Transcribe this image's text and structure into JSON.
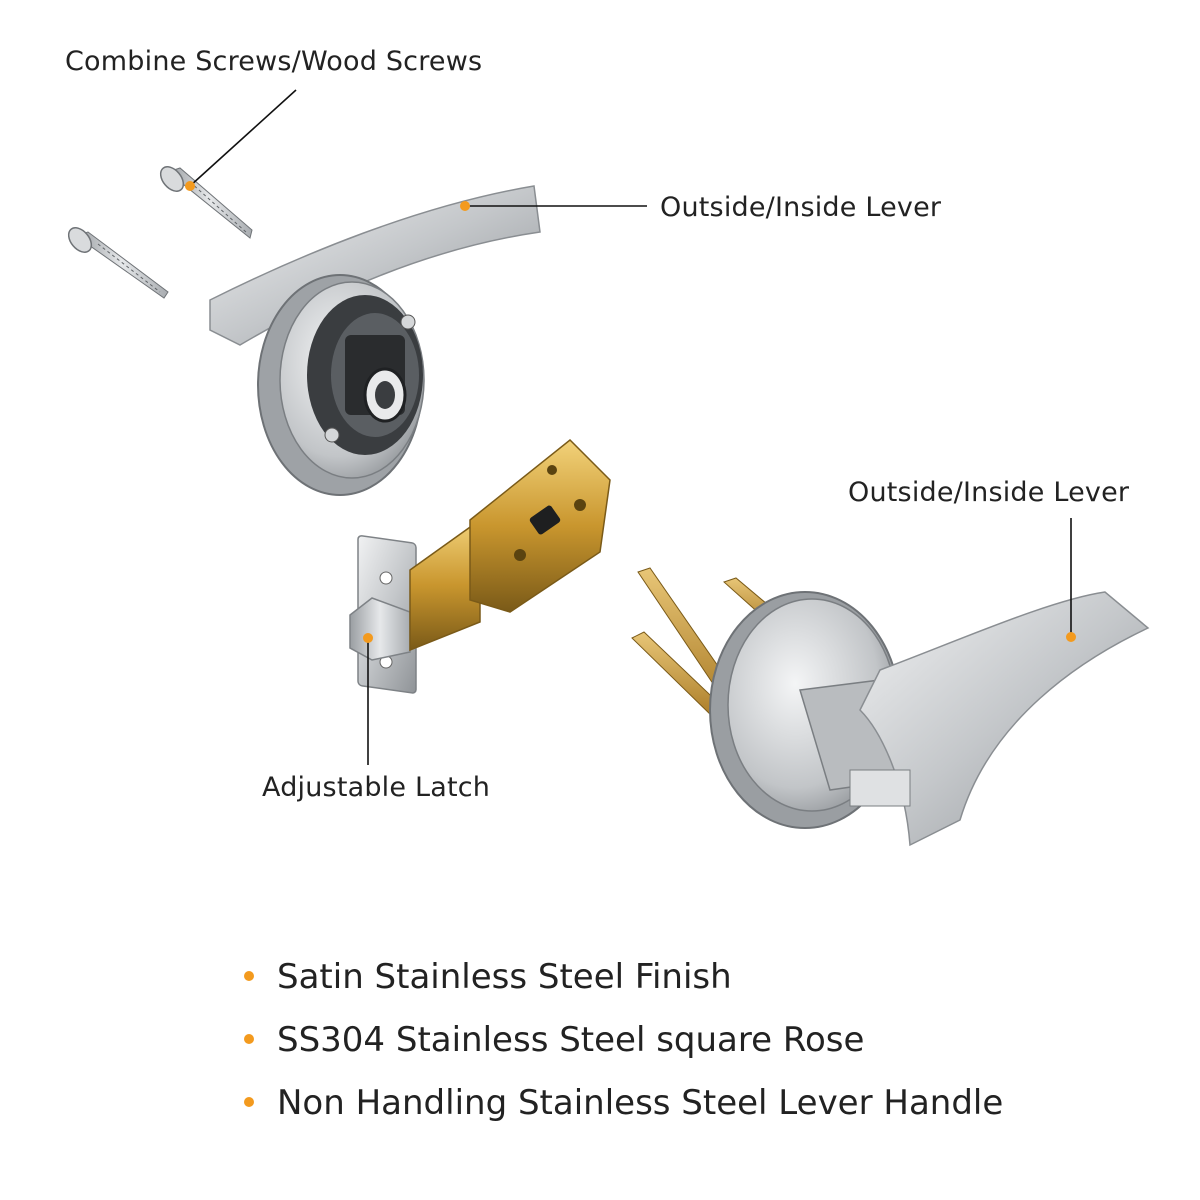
{
  "callouts": {
    "screws": "Combine Screws/Wood Screws",
    "lever_top": "Outside/Inside Lever",
    "lever_right": "Outside/Inside Lever",
    "latch": "Adjustable Latch"
  },
  "features": [
    "Satin Stainless Steel Finish",
    "SS304 Stainless Steel square Rose",
    "Non Handling Stainless Steel Lever Handle"
  ],
  "colors": {
    "accent": "#f39a1e",
    "text": "#222222",
    "leader": "#111111",
    "steel": "#c9cbcd",
    "brass": "#c9962e"
  }
}
